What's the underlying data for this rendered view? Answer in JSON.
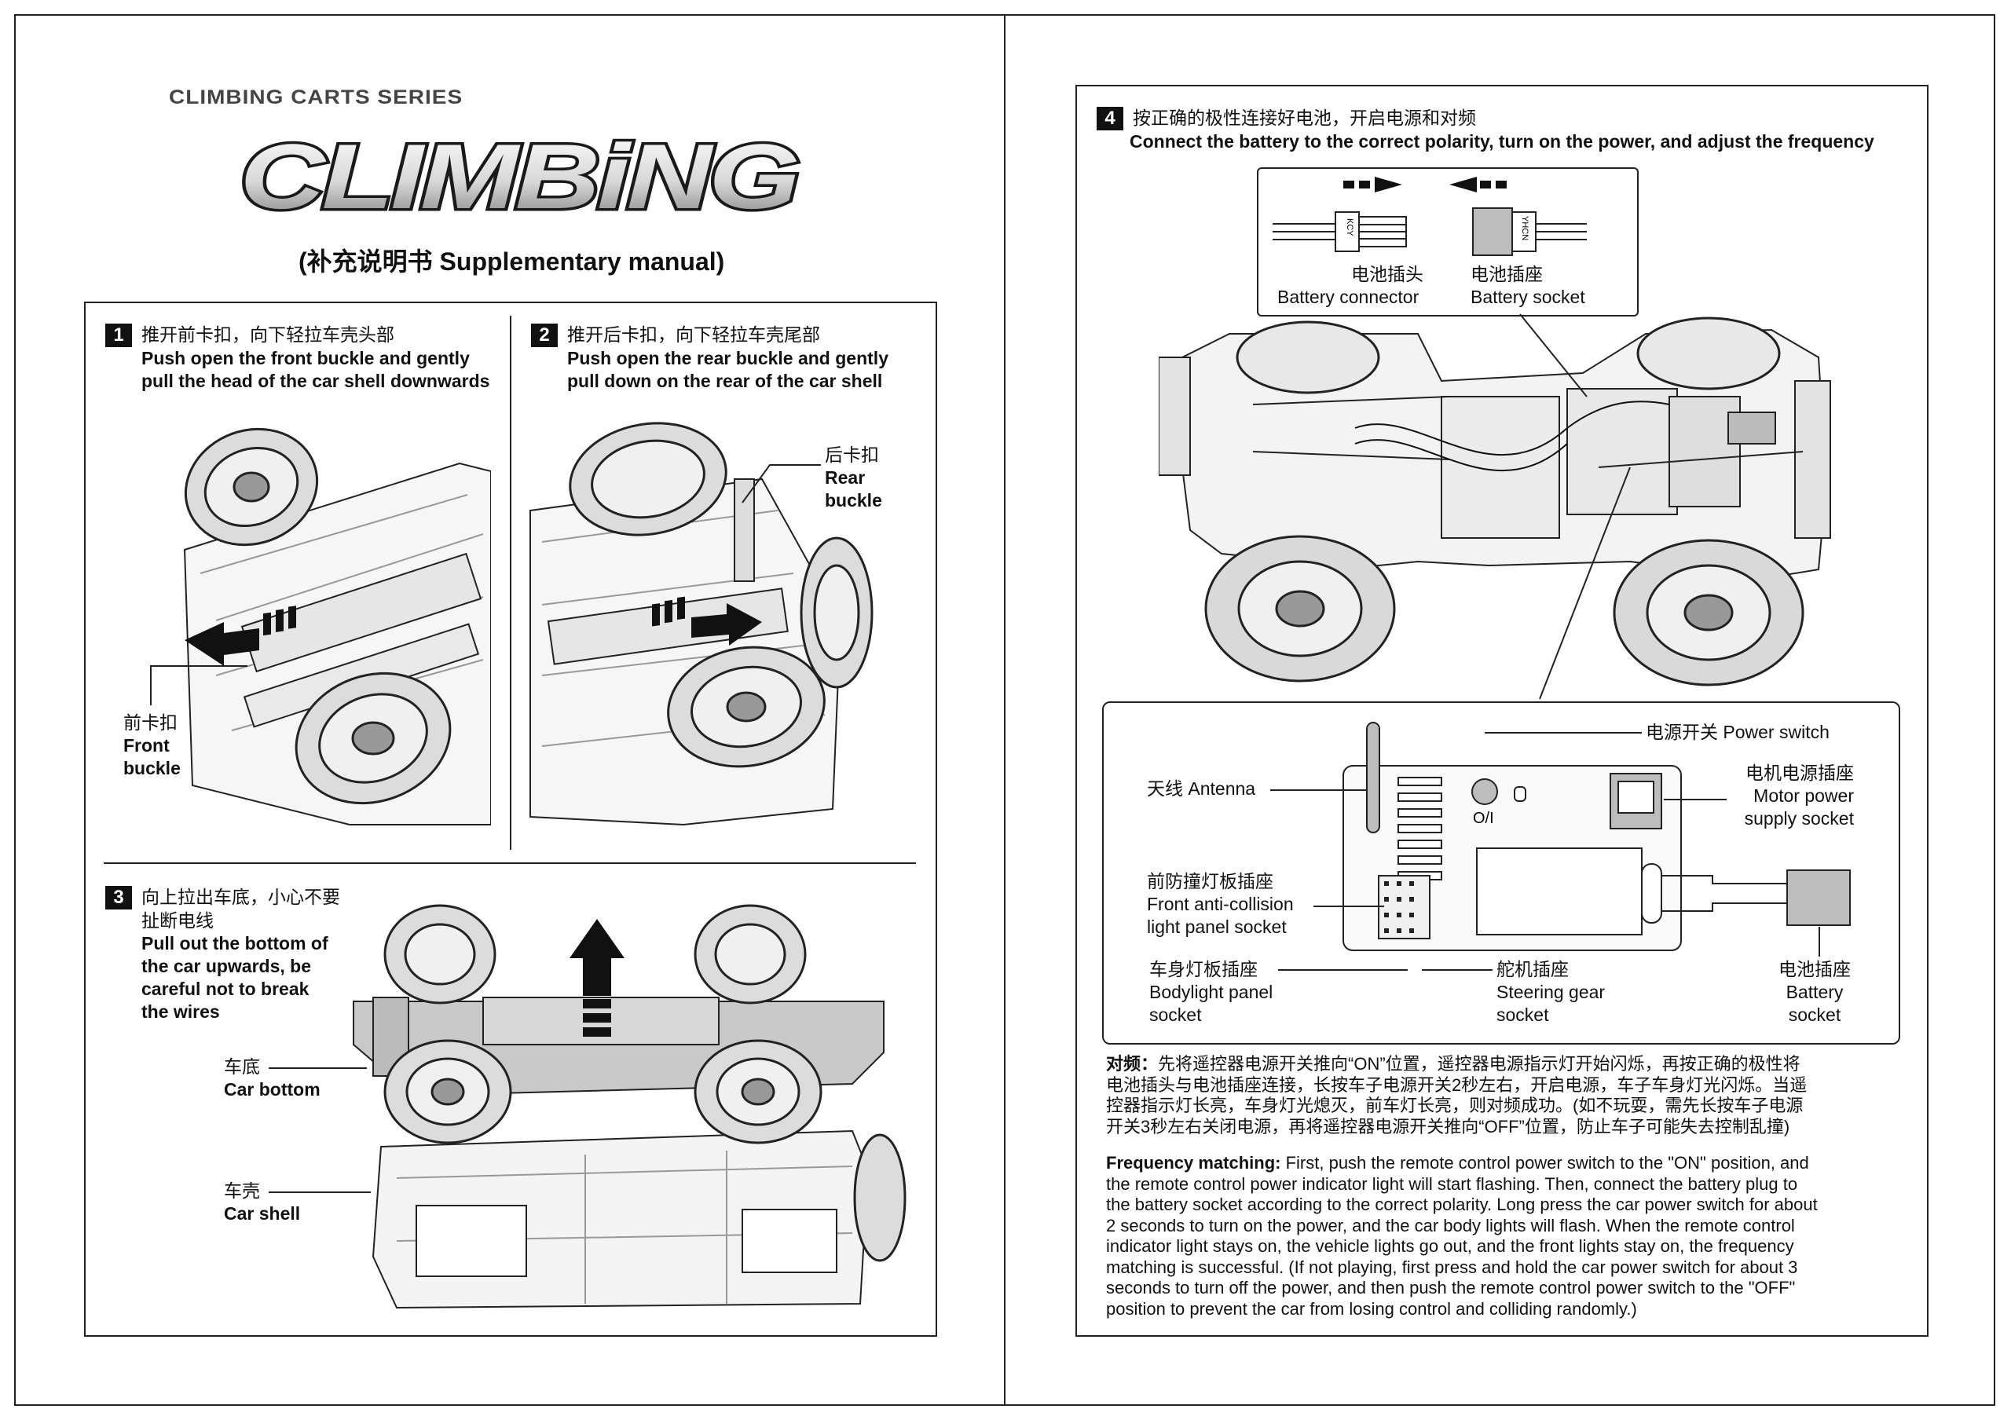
{
  "series_label": "CLIMBING CARTS SERIES",
  "logo_text": "CLIMBiNG",
  "subtitle": "(补充说明书 Supplementary manual)",
  "step1": {
    "number": "1",
    "zh": "推开前卡扣，向下轻拉车壳头部",
    "en_line1": "Push open the front buckle and gently",
    "en_line2": "pull the head of the car shell downwards",
    "callout_zh": "前卡扣",
    "callout_en1": "Front",
    "callout_en2": "buckle"
  },
  "step2": {
    "number": "2",
    "zh": "推开后卡扣，向下轻拉车壳尾部",
    "en_line1": "Push open the rear buckle and gently",
    "en_line2": "pull down on the rear of the car shell",
    "callout_zh": "后卡扣",
    "callout_en1": "Rear",
    "callout_en2": "buckle"
  },
  "step3": {
    "number": "3",
    "zh_line1": "向上拉出车底，小心不要",
    "zh_line2": "扯断电线",
    "en_lines": [
      "Pull out the bottom of",
      "the car upwards, be",
      "careful not to break",
      "the wires"
    ],
    "bottom_zh": "车底",
    "bottom_en": "Car bottom",
    "shell_zh": "车壳",
    "shell_en": "Car shell"
  },
  "step4": {
    "number": "4",
    "zh": "按正确的极性连接好电池，开启电源和对频",
    "en": "Connect the battery to the correct polarity, turn on the power, and adjust the frequency",
    "connector_zh": "电池插头",
    "connector_en": "Battery connector",
    "socket_zh": "电池插座",
    "socket_en": "Battery socket",
    "plug_mark_left": "KCY",
    "plug_mark_right": "YHCN"
  },
  "board": {
    "power_switch": "电源开关  Power switch",
    "antenna": "天线  Antenna",
    "motor_zh": "电机电源插座",
    "motor_en1": "Motor power",
    "motor_en2": "supply socket",
    "front_zh": "前防撞灯板插座",
    "front_en1": "Front anti-collision",
    "front_en2": "light panel socket",
    "body_zh": "车身灯板插座",
    "body_en1": "Bodylight panel",
    "body_en2": "socket",
    "steer_zh": "舵机插座",
    "steer_en1": "Steering gear",
    "steer_en2": "socket",
    "batt_zh": "电池插座",
    "batt_en1": "Battery",
    "batt_en2": "socket",
    "switch_mark": "O/I"
  },
  "freq": {
    "zh_label": "对频：",
    "zh_lines": [
      "先将遥控器电源开关推向“ON”位置，遥控器电源指示灯开始闪烁，再按正确的极性将",
      "电池插头与电池插座连接，长按车子电源开关2秒左右，开启电源，车子车身灯光闪烁。当遥",
      "控器指示灯长亮，车身灯光熄灭，前车灯长亮，则对频成功。(如不玩耍，需先长按车子电源",
      "开关3秒左右关闭电源，再将遥控器电源开关推向“OFF”位置，防止车子可能失去控制乱撞)"
    ],
    "en_label": "Frequency matching:",
    "en_lines": [
      " First, push the remote control power switch to the \"ON\" position, and",
      "the remote control power indicator light will start flashing. Then, connect the battery plug to",
      "the battery socket according to the correct polarity. Long press the car power switch for about",
      "2 seconds to turn on the power, and the car body lights will flash. When the remote control",
      "indicator light stays on, the vehicle lights go out, and the front lights stay on, the frequency",
      "matching is successful. (If not playing, first press and hold the car power switch for about 3",
      "seconds to turn off the power, and then push the remote control power switch to the \"OFF\"",
      "position to prevent the car from losing control and colliding randomly.)"
    ]
  }
}
